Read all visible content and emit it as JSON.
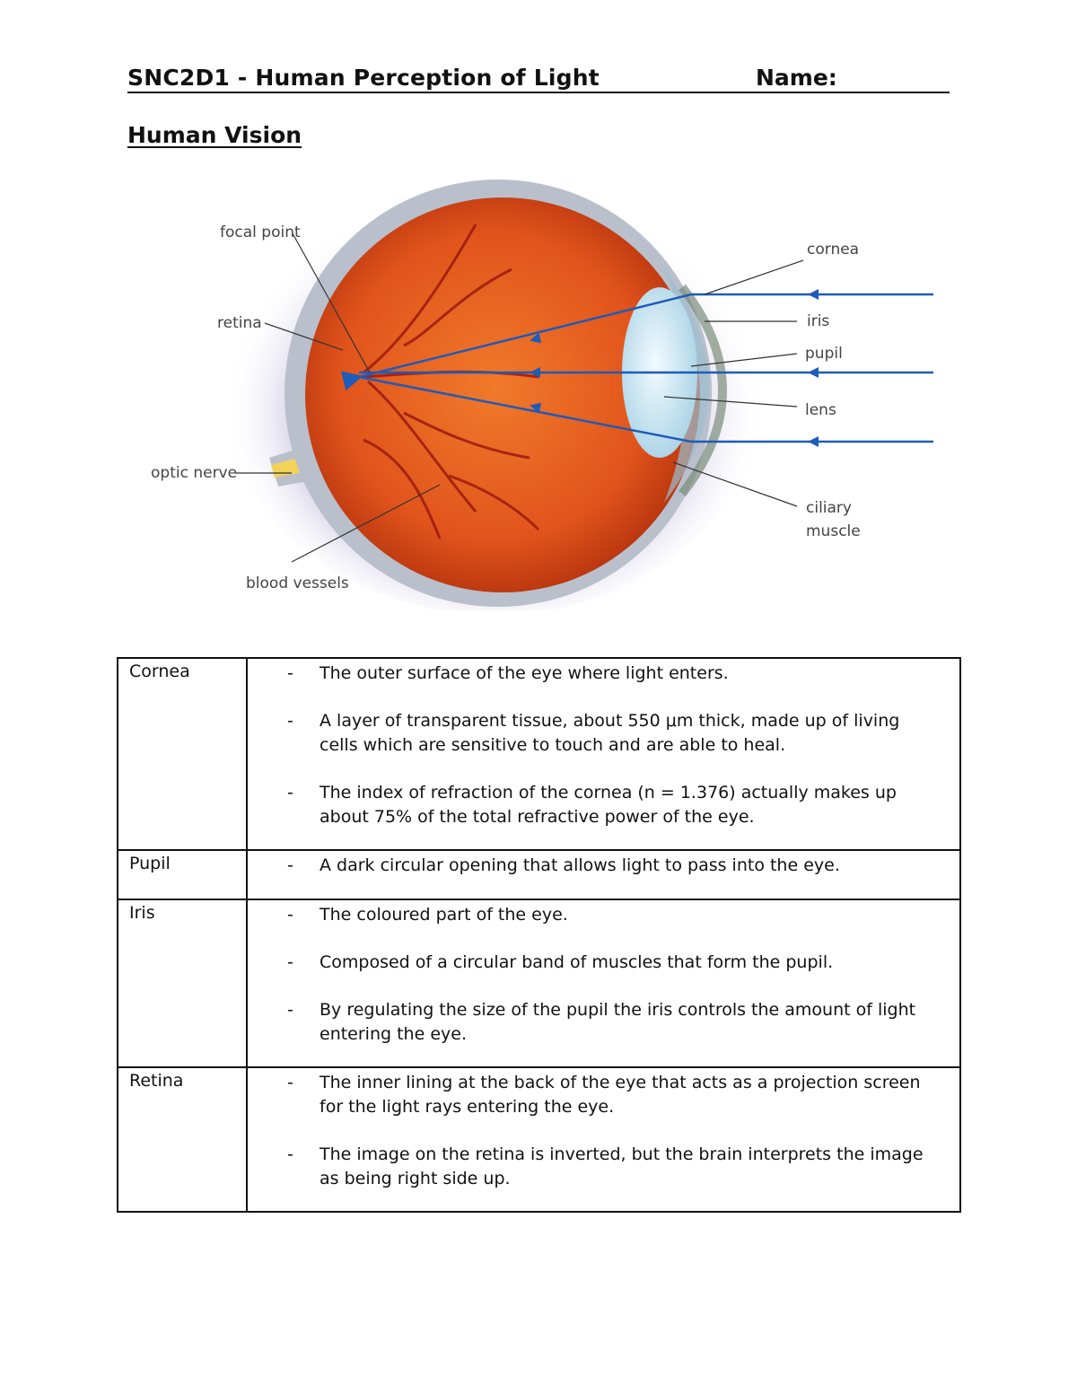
{
  "header": {
    "course_title": "SNC2D1 - Human Perception of Light",
    "name_label": "Name:"
  },
  "section_title": "Human Vision",
  "diagram": {
    "labels": {
      "focal_point": "focal point",
      "retina": "retina",
      "optic_nerve": "optic nerve",
      "blood_vessels": "blood vessels",
      "cornea": "cornea",
      "iris": "iris",
      "pupil": "pupil",
      "lens": "lens",
      "ciliary_line1": "ciliary",
      "ciliary_line2": "muscle"
    },
    "colors": {
      "eyeball": "#e2541c",
      "sclera": "#b9c0cc",
      "light_ray": "#1f5bb8",
      "optic_nerve": "#f3d25a",
      "lens": "#cfe6f2"
    }
  },
  "table": {
    "rows": [
      {
        "term": "Cornea",
        "points": [
          "The outer surface of the eye where light enters.",
          "A layer of transparent tissue, about 550 μm thick, made up of living cells which are sensitive to touch and are able to heal.",
          "The index of refraction of the cornea (n = 1.376) actually makes up about 75% of the total refractive power of the eye."
        ]
      },
      {
        "term": "Pupil",
        "points": [
          "A dark circular opening that allows light to pass into the eye."
        ]
      },
      {
        "term": "Iris",
        "points": [
          "The coloured part of the eye.",
          "Composed of a circular band of muscles that form the pupil.",
          "By regulating the size of the pupil the iris controls the amount of light entering the eye."
        ]
      },
      {
        "term": "Retina",
        "points": [
          "The inner lining at the back of the eye that acts as a projection screen for the light rays entering the eye.",
          "The image on the retina is inverted, but the brain interprets the image as being right side up."
        ]
      }
    ],
    "dash": "-"
  }
}
